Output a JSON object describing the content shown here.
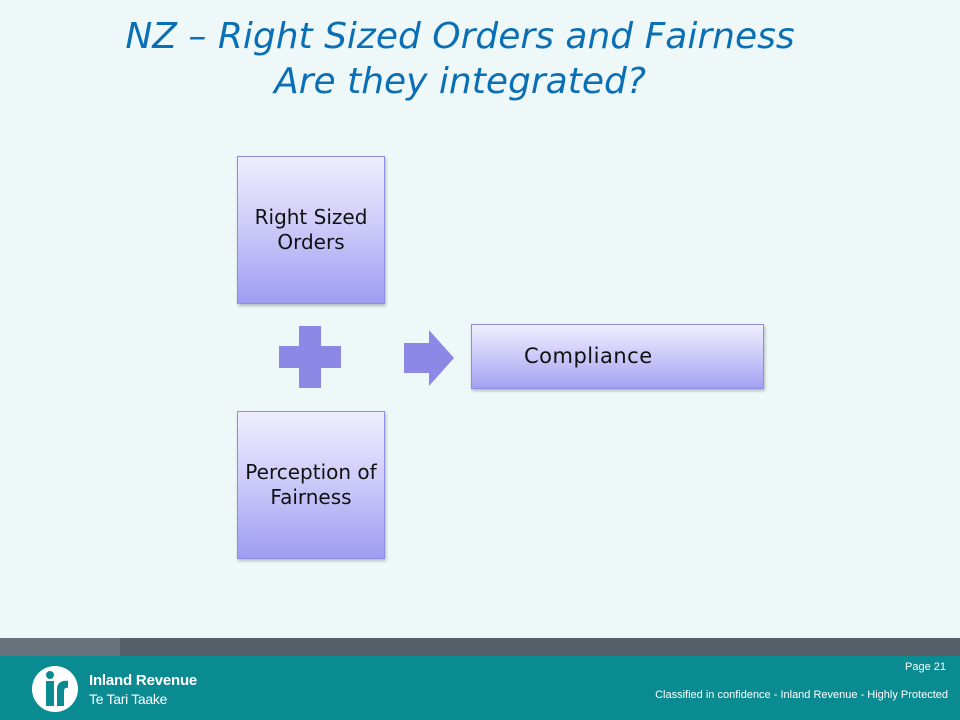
{
  "title": {
    "line1": "NZ – Right Sized Orders and Fairness",
    "line2": "Are they integrated?"
  },
  "diagram": {
    "box_top": "Right Sized Orders",
    "box_bottom": "Perception of Fairness",
    "box_result": "Compliance",
    "operator_icon": "plus-icon",
    "result_icon": "arrow-right-icon"
  },
  "colors": {
    "title": "#0a6fb5",
    "box_light": "#efeefe",
    "box_dark": "#9f9cf2",
    "shape": "#8c88e6",
    "footer": "#0a8a91",
    "footer_band": "#565f68"
  },
  "footer": {
    "org_name": "Inland Revenue",
    "org_name_maori": "Te Tari Taake",
    "page": "Page 21",
    "classification": "Classified in confidence - Inland Revenue - Highly Protected"
  }
}
